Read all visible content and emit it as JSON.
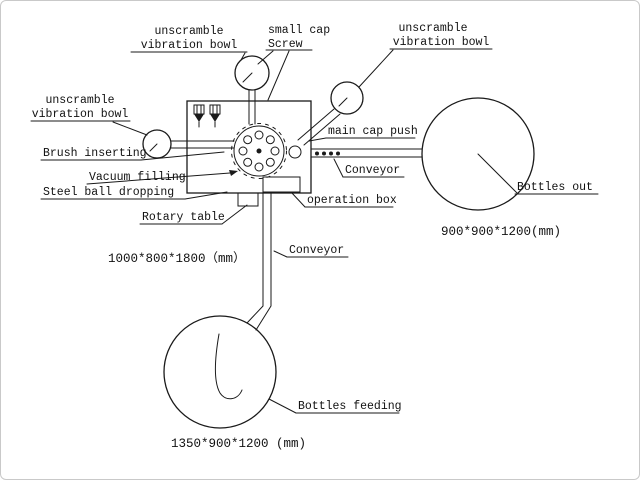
{
  "diagram": {
    "labels": {
      "bowl_top_left": {
        "line1": "unscramble",
        "line2": "vibration bowl"
      },
      "small_cap": {
        "line1": "small cap",
        "line2": "Screw"
      },
      "bowl_top_right": {
        "line1": "unscramble",
        "line2": "vibration bowl"
      },
      "bowl_left": {
        "line1": "unscramble",
        "line2": "vibration bowl"
      },
      "brush_inserting": "Brush inserting",
      "vacuum_filling": "Vacuum filling",
      "steel_ball_dropping": "Steel ball dropping",
      "rotary_table": "Rotary table",
      "operation_box": "operation box",
      "main_cap_push": "main cap push",
      "conveyor_right": "Conveyor",
      "conveyor_bottom": "Conveyor",
      "bottles_out": "Bottles out",
      "bottles_feeding": "Bottles feeding"
    },
    "dimensions": {
      "machine": "1000*800*1800（mm）",
      "bottles_out": "900*900*1200(mm)",
      "bottles_feeding": "1350*900*1200 (mm)"
    },
    "colors": {
      "line": "#1a1a1a",
      "background": "#ffffff"
    }
  }
}
